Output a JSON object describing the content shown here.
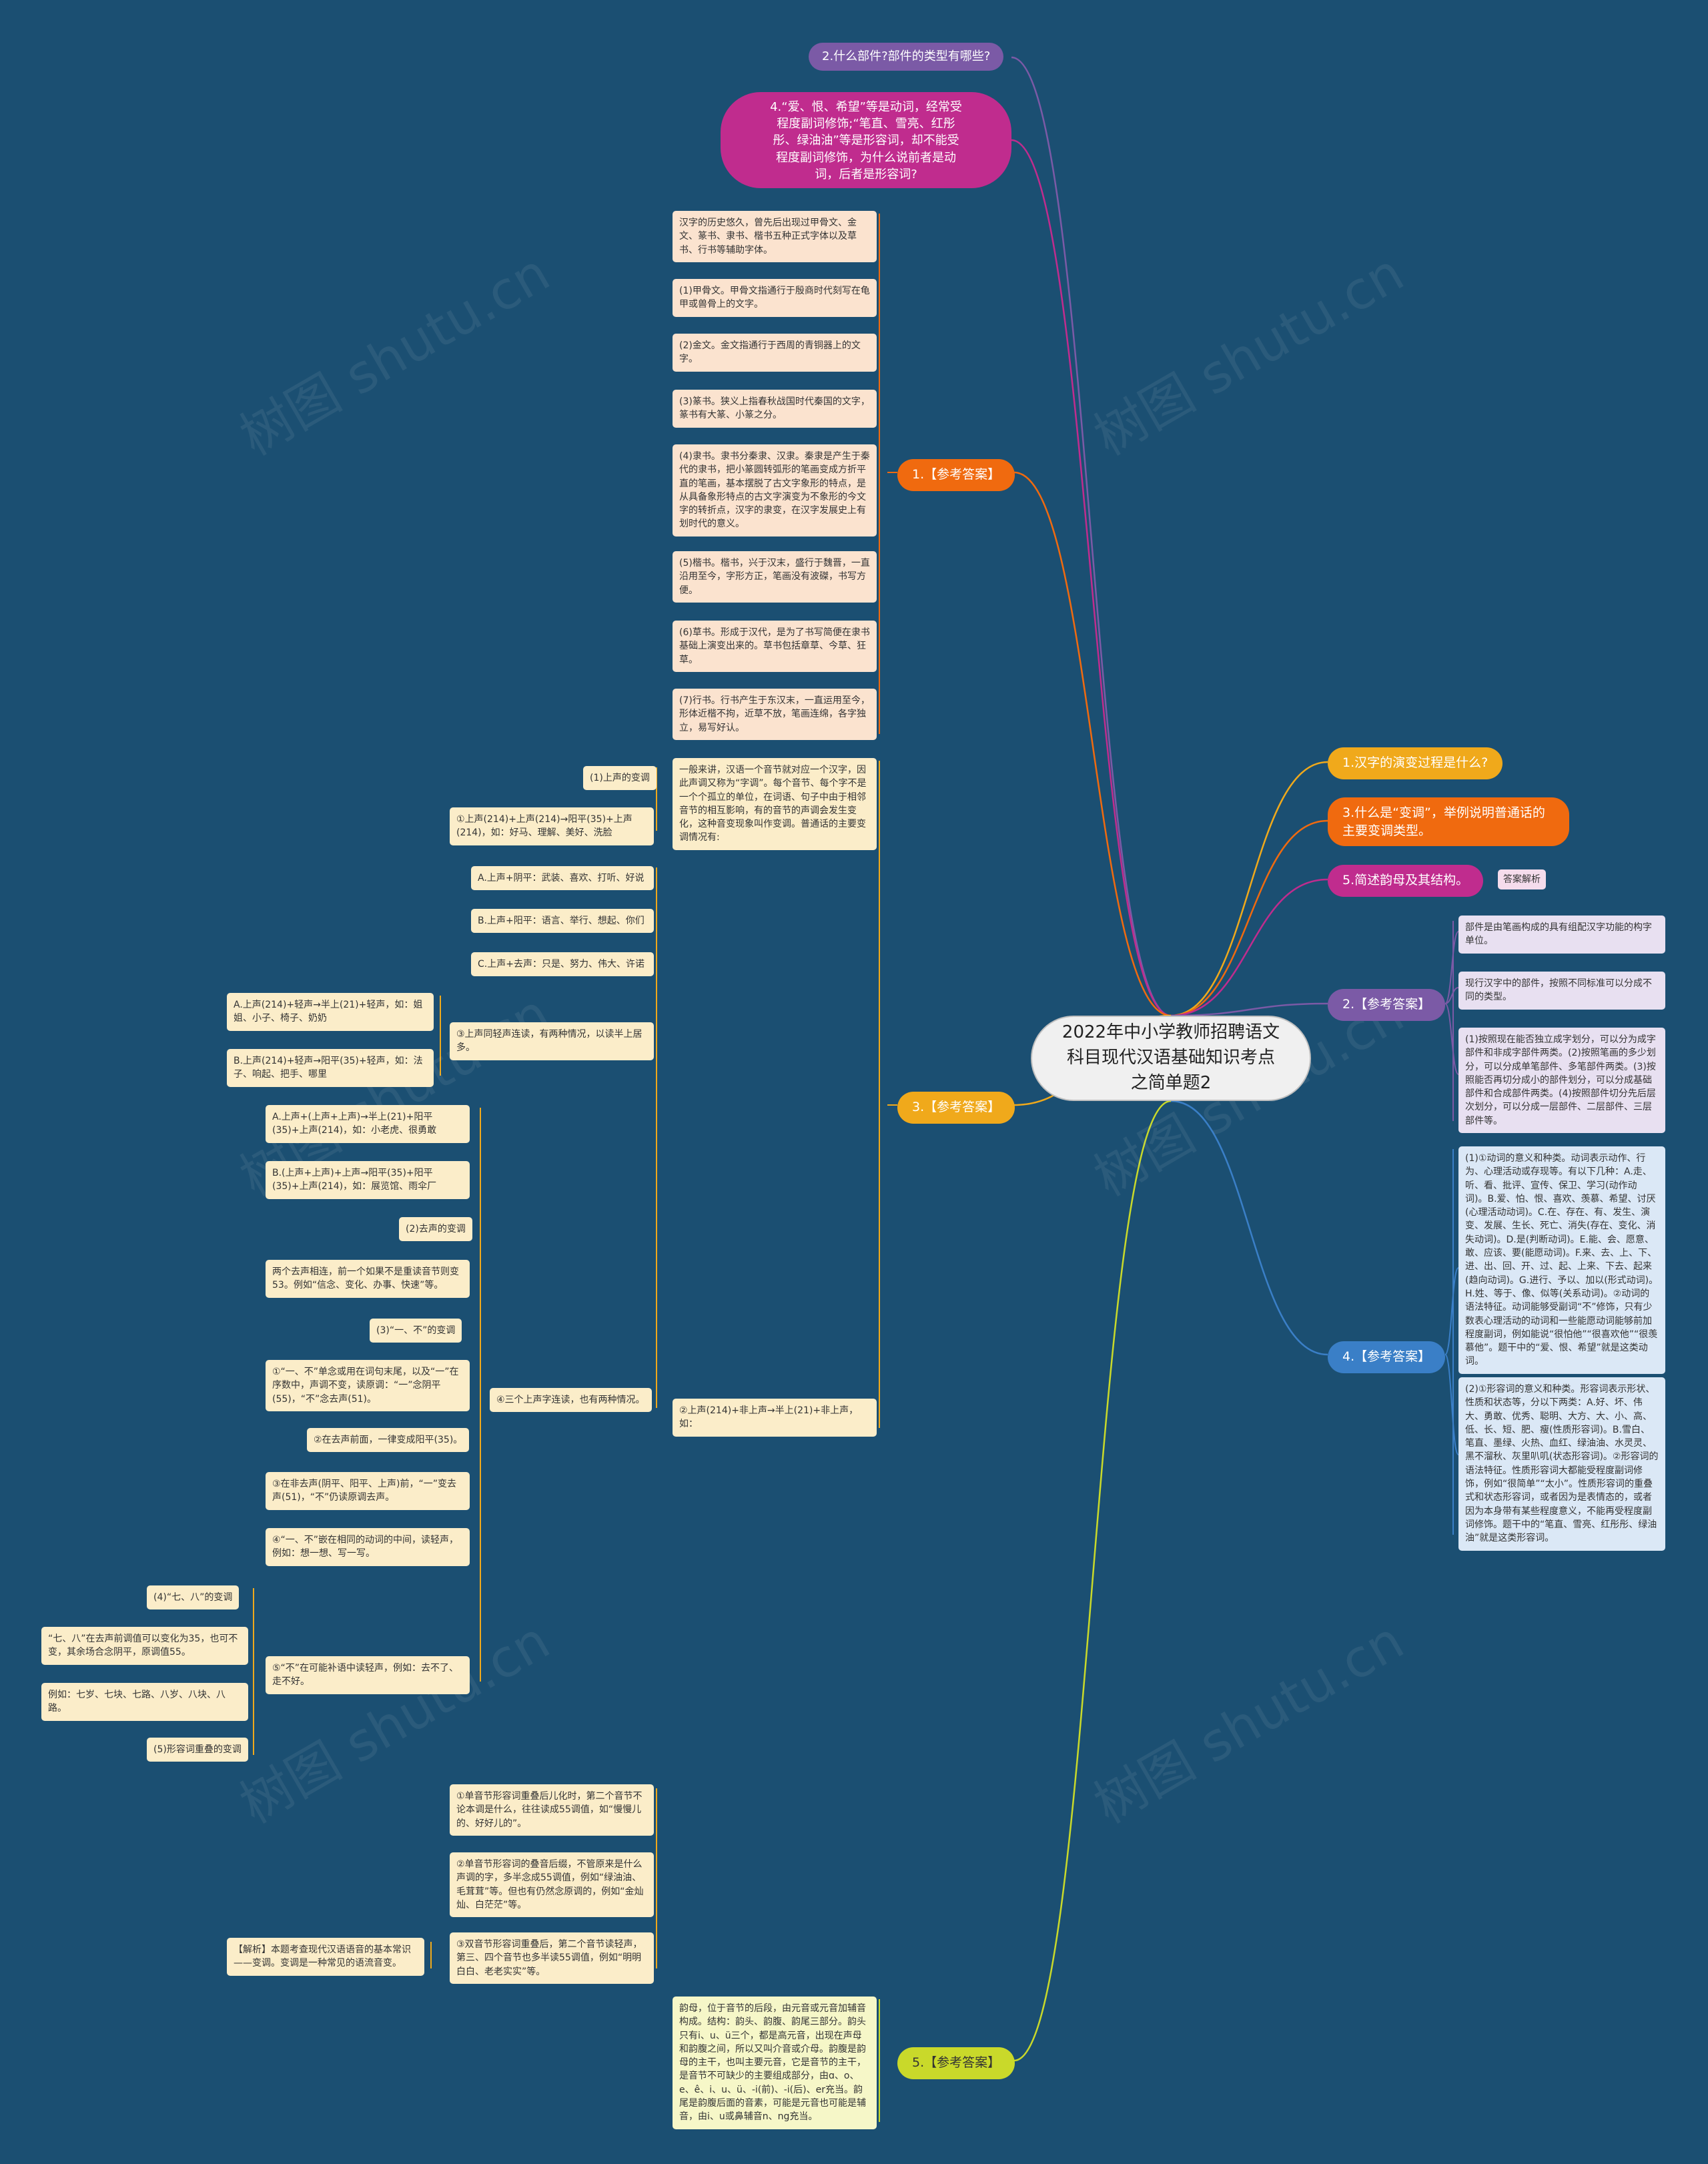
{
  "title": "2022年中小学教师招聘语文科目现代汉语基础知识考点之简单题2",
  "watermark": "树图 shutu.cn",
  "colors": {
    "background": "#1b4f72",
    "orange": "#f06a0f",
    "yellow": "#f0a91b",
    "purple": "#7b5aa6",
    "magenta": "#c02c8e",
    "blue": "#3a7fc7",
    "lime": "#c9d92a"
  },
  "right": {
    "q1": "1.汉字的演变过程是什么?",
    "q3": "3.什么是“变调”，举例说明普通话的主要变调类型。",
    "q5": "5.简述韵母及其结构。",
    "q5_tag": "答案解析",
    "a2": "2.【参考答案】",
    "a2_notes": [
      "部件是由笔画构成的具有组配汉字功能的构字单位。",
      "现行汉字中的部件，按照不同标准可以分成不同的类型。",
      "(1)按照现在能否独立成字划分，可以分为成字部件和非成字部件两类。(2)按照笔画的多少划分，可以分成单笔部件、多笔部件两类。(3)按照能否再切分成小的部件划分，可以分成基础部件和合成部件两类。(4)按照部件切分先后层次划分，可以分成一层部件、二层部件、三层部件等。"
    ],
    "a4": "4.【参考答案】",
    "a4_notes": [
      "(1)①动词的意义和种类。动词表示动作、行为、心理活动或存现等。有以下几种：A.走、听、看、批评、宣传、保卫、学习(动作动词)。B.爱、怕、恨、喜欢、羡慕、希望、讨厌(心理活动动词)。C.在、存在、有、发生、演变、发展、生长、死亡、消失(存在、变化、消失动词)。D.是(判断动词)。E.能、会、愿意、敢、应该、要(能愿动词)。F.来、去、上、下、进、出、回、开、过、起、上来、下去、起来(趋向动词)。G.进行、予以、加以(形式动词)。H.姓、等于、像、似等(关系动词)。②动词的语法特征。动词能够受副词“不”修饰，只有少数表心理活动的动词和一些能愿动词能够前加程度副词，例如能说“很怕他”“很喜欢他”“很羡慕他”。题干中的“爱、恨、希望”就是这类动词。",
      "(2)①形容词的意义和种类。形容词表示形状、性质和状态等，分以下两类：A.好、坏、伟大、勇敢、优秀、聪明、大方、大、小、高、低、长、短、肥、瘦(性质形容词)。B.雪白、笔直、墨绿、火热、血红、绿油油、水灵灵、黑不溜秋、灰里叭叽(状态形容词)。②形容词的语法特征。性质形容词大都能受程度副词修饰，例如“很简单”“太小”。性质形容词的重叠式和状态形容词，或者因为是表情态的，或者因为本身带有某些程度意义，不能再受程度副词修饰。题干中的“笔直、雪亮、红彤彤、绿油油”就是这类形容词。"
    ]
  },
  "top": {
    "q2": "2.什么部件?部件的类型有哪些?",
    "q4": "4.“爱、恨、希望”等是动词，经常受程度副词修饰;“笔直、雪亮、红彤彤、绿油油”等是形容词，却不能受程度副词修饰，为什么说前者是动词，后者是形容词?"
  },
  "a1": {
    "label": "1.【参考答案】",
    "notes": [
      "汉字的历史悠久，曾先后出现过甲骨文、金文、篆书、隶书、楷书五种正式字体以及草书、行书等辅助字体。",
      "(1)甲骨文。甲骨文指通行于殷商时代刻写在龟甲或兽骨上的文字。",
      "(2)金文。金文指通行于西周的青铜器上的文字。",
      "(3)篆书。狭义上指春秋战国时代秦国的文字，篆书有大篆、小篆之分。",
      "(4)隶书。隶书分秦隶、汉隶。秦隶是产生于秦代的隶书，把小篆圆转弧形的笔画变成方折平直的笔画，基本摆脱了古文字象形的特点，是从具备象形特点的古文字演变为不象形的今文字的转折点，汉字的隶变，在汉字发展史上有划时代的意义。",
      "(5)楷书。楷书，兴于汉末，盛行于魏晋，一直沿用至今，字形方正，笔画没有波磔，书写方便。",
      "(6)草书。形成于汉代，是为了书写简便在隶书基础上演变出来的。草书包括章草、今草、狂草。",
      "(7)行书。行书产生于东汉末，一直运用至今，形体近楷不拘，近草不放，笔画连绵，各字独立，易写好认。"
    ]
  },
  "a3": {
    "label": "3.【参考答案】",
    "intro": "一般来讲，汉语一个音节就对应一个汉字，因此声调又称为“字调”。每个音节、每个字不是一个个孤立的单位，在词语、句子中由于相邻音节的相互影响，有的音节的声调会发生变化，这种音变现象叫作变调。普通话的主要变调情况有:",
    "s1_title": "(1)上声的变调",
    "s1_a": "①上声(214)+上声(214)→阳平(35)+上声(214)，如：好马、理解、美好、洗脸",
    "s2_title": "②上声(214)+非上声→半上(21)+非上声，如：",
    "s2_items": [
      "A.上声+阴平：武装、喜欢、打听、好说",
      "B.上声+阳平：语言、举行、想起、你们",
      "C.上声+去声：只是、努力、伟大、许诺"
    ],
    "s3_title": "③上声同轻声连读，有两种情况，以读半上居多。",
    "s3_items": [
      "A.上声(214)+轻声→半上(21)+轻声，如：姐姐、小子、椅子、奶奶",
      "B.上声(214)+轻声→阳平(35)+轻声，如：法子、响起、把手、哪里"
    ],
    "s4_title": "④三个上声字连读，也有两种情况。",
    "s4_items": [
      "A.上声+(上声+上声)→半上(21)+阳平(35)+上声(214)，如：小老虎、很勇敢",
      "B.(上声+上声)+上声→阳平(35)+阳平(35)+上声(214)，如：展览馆、雨伞厂",
      "(2)去声的变调",
      "两个去声相连，前一个如果不是重读音节则变53。例如“信念、变化、办事、快速”等。",
      "(3)“一、不”的变调",
      "①“一、不”单念或用在词句末尾，以及“一”在序数中，声调不变，读原调：“一”念阴平(55)，“不”念去声(51)。",
      "②在去声前面，一律变成阳平(35)。",
      "③在非去声(阴平、阳平、上声)前，“一”变去声(51)，“不”仍读原调去声。",
      "④“一、不”嵌在相同的动词的中间，读轻声，例如：想一想、写一写。",
      "⑤“不”在可能补语中读轻声，例如：去不了、走不好。"
    ],
    "s5_items": [
      "(4)“七、八”的变调",
      "“七、八”在去声前调值可以变化为35，也可不变，其余场合念阴平，原调值55。",
      "例如：七岁、七块、七路、八岁、八块、八路。",
      "(5)形容词重叠的变调"
    ],
    "s6_items": [
      "①单音节形容词重叠后儿化时，第二个音节不论本调是什么，往往读成55调值，如“慢慢儿的、好好儿的”。",
      "②单音节形容词的叠音后缀，不管原来是什么声调的字，多半念成55调值，例如“绿油油、毛茸茸”等。但也有仍然念原调的，例如“金灿灿、白茫茫”等。",
      "③双音节形容词重叠后，第二个音节读轻声，第三、四个音节也多半读55调值，例如“明明白白、老老实实”等。"
    ],
    "analysis": "【解析】本题考查现代汉语语音的基本常识——变调。变调是一种常见的语流音变。"
  },
  "a5": {
    "label": "5.【参考答案】",
    "note": "韵母，位于音节的后段，由元音或元音加辅音构成。结构：韵头、韵腹、韵尾三部分。韵头只有i、u、ü三个，都是高元音，出现在声母和韵腹之间，所以又叫介音或介母。韵腹是韵母的主干，也叫主要元音，它是音节的主干，是音节不可缺少的主要组成部分，由ɑ、o、e、ê、i、u、ü、-i(前)、-i(后)、er充当。韵尾是韵腹后面的音素，可能是元音也可能是辅音，由i、u或鼻辅音n、ng充当。"
  }
}
